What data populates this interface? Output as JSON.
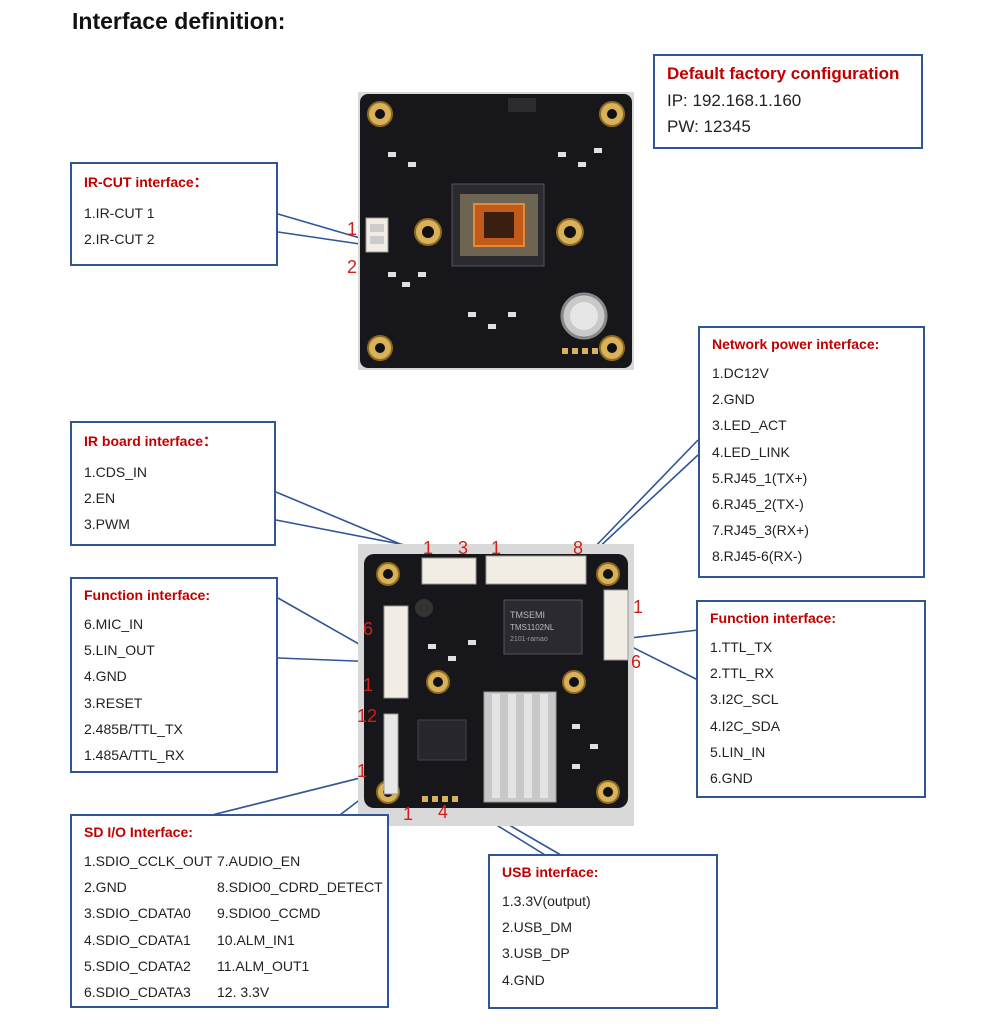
{
  "title": "Interface definition:",
  "factory": {
    "heading": "Default factory configuration",
    "ip": "IP: 192.168.1.160",
    "pw": "PW: 12345"
  },
  "ircut": {
    "heading": "IR-CUT interface：",
    "items": [
      "1.IR-CUT 1",
      "2.IR-CUT 2"
    ]
  },
  "netpower": {
    "heading": "Network power interface:",
    "items": [
      "1.DC12V",
      "2.GND",
      "3.LED_ACT",
      "4.LED_LINK",
      "5.RJ45_1(TX+)",
      "6.RJ45_2(TX-)",
      "7.RJ45_3(RX+)",
      "8.RJ45-6(RX-)"
    ]
  },
  "irboard": {
    "heading": "IR board interface：",
    "items": [
      "1.CDS_IN",
      "2.EN",
      "3.PWM"
    ]
  },
  "func_left": {
    "heading": "Function interface:",
    "items": [
      "6.MIC_IN",
      "5.LIN_OUT",
      "4.GND",
      "3.RESET",
      "2.485B/TTL_TX",
      "1.485A/TTL_RX"
    ]
  },
  "func_right": {
    "heading": "Function interface:",
    "items": [
      "1.TTL_TX",
      "2.TTL_RX",
      "3.I2C_SCL",
      "4.I2C_SDA",
      "5.LIN_IN",
      "6.GND"
    ]
  },
  "sdio": {
    "heading": "SD I/O Interface:",
    "col1": [
      "1.SDIO_CCLK_OUT",
      "2.GND",
      "3.SDIO_CDATA0",
      "4.SDIO_CDATA1",
      "5.SDIO_CDATA2",
      "6.SDIO_CDATA3"
    ],
    "col2": [
      "7.AUDIO_EN",
      "8.SDIO0_CDRD_DETECT",
      "9.SDIO0_CCMD",
      "10.ALM_IN1",
      "11.ALM_OUT1",
      "12. 3.3V"
    ]
  },
  "usb": {
    "heading": "USB interface:",
    "items": [
      "1.3.3V(output)",
      "2.USB_DM",
      "3.USB_DP",
      "4.GND"
    ]
  },
  "pins": {
    "ircut_1": "1",
    "ircut_2": "2",
    "irb_1": "1",
    "irb_3": "3",
    "net_1": "1",
    "net_8": "8",
    "fl_6": "6",
    "fl_1": "1",
    "fr_1": "1",
    "fr_6": "6",
    "sd_12": "12",
    "sd_1": "1",
    "usb_1": "1",
    "usb_4": "4"
  },
  "chip_text": {
    "line1": "TMSEMI",
    "line2": "TMS1102NL",
    "line3": "2101-ramao"
  },
  "colors": {
    "box_border": "#2f5597",
    "heading": "#c00000",
    "pin_label": "#d0201a",
    "pcb": "#17171b"
  }
}
